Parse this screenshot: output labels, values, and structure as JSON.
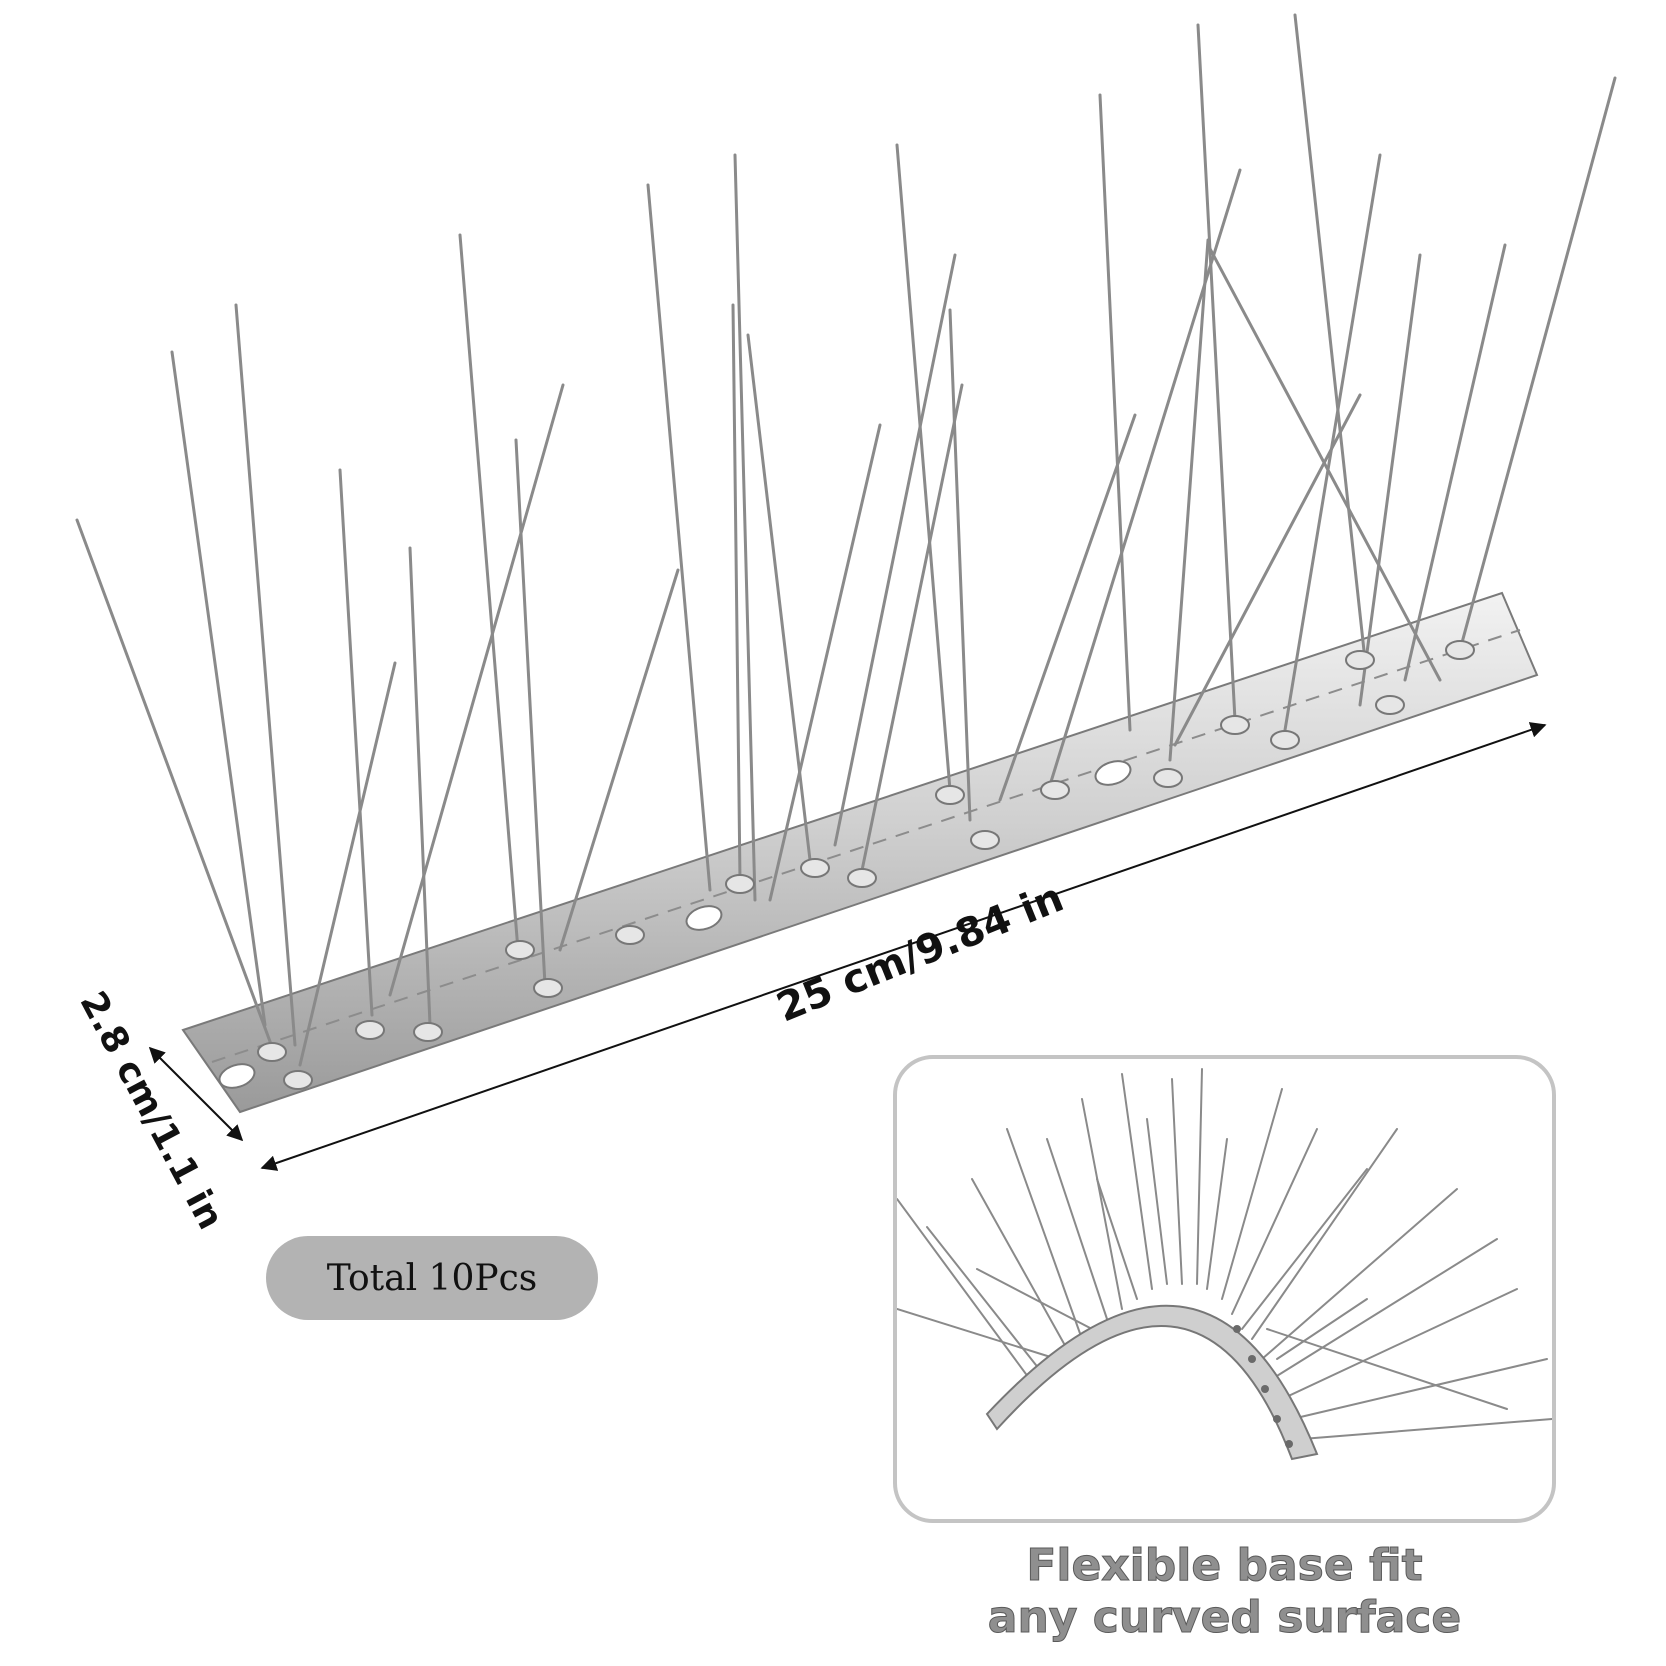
{
  "product": {
    "length_label": "25 cm/9.84 in",
    "width_label": "2.8 cm/1.1 in",
    "count_label": "Total 10Pcs"
  },
  "inset": {
    "caption_line1": "Flexible base fit",
    "caption_line2": "any curved surface"
  },
  "colors": {
    "background": "#ffffff",
    "metal": "#c9c9c9",
    "spike": "#8a8a8a",
    "pill": "#b3b3b3",
    "inset_border": "#c4c4c4",
    "caption": "#8f8f8f"
  },
  "icons": [
    "bird-spike-strip",
    "curved-bird-spike-strip",
    "dimension-arrow"
  ]
}
